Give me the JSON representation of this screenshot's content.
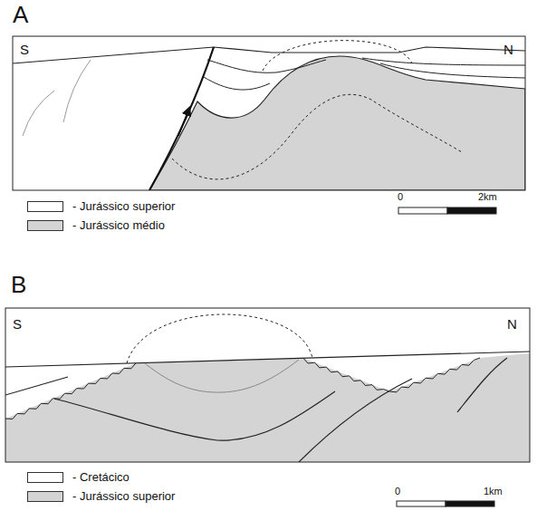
{
  "diagram": {
    "labels": [
      "A",
      "S",
      "N",
      "0",
      "2km",
      "B",
      "S",
      "N",
      "0",
      "1km"
    ],
    "legend": [
      {
        "text": "- Jurássico superior",
        "color": "#ffffff"
      },
      {
        "text": "- Jurássico médio",
        "color": "#d4d4d4"
      },
      {
        "text": "- Cretácico",
        "color": "#ffffff"
      },
      {
        "text": "- Jurássico superior",
        "color": "#d4d4d4"
      }
    ]
  }
}
